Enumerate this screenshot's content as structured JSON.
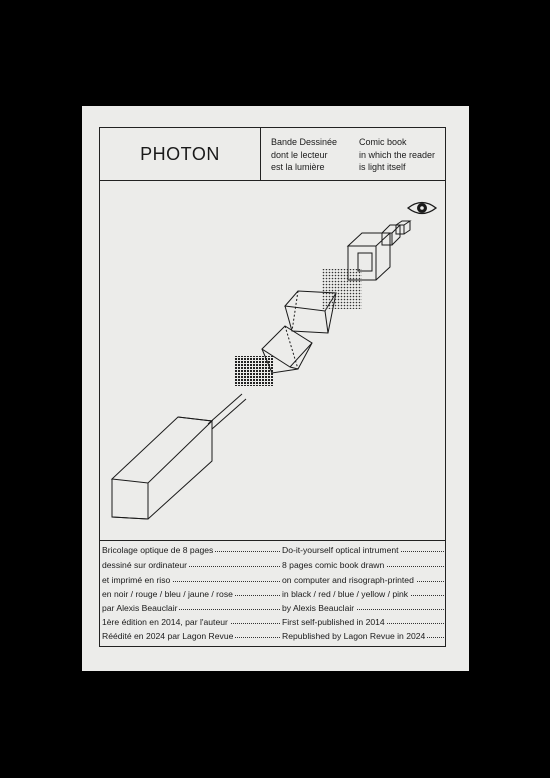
{
  "title": "PHOTON",
  "subtitle_fr": [
    "Bande Dessinée",
    "dont le lecteur",
    "est la lumière"
  ],
  "subtitle_en": [
    "Comic book",
    "in which the reader",
    "is light itself"
  ],
  "credits_fr": [
    "Bricolage optique de 8 pages",
    "dessiné sur ordinateur",
    "et imprimé en riso",
    "en noir / rouge / bleu / jaune / rose",
    "par Alexis Beauclair",
    "1ère édition en 2014, par l'auteur",
    "Réédité en 2024 par Lagon Revue"
  ],
  "credits_en": [
    "Do-it-yourself optical intrument",
    "8 pages comic book drawn",
    "on computer and risograph-printed",
    "in black / red / blue / yellow / pink",
    "by Alexis Beauclair",
    "First self-published in 2014",
    "Republished by Lagon Revue in 2024"
  ],
  "icons": {
    "eye": "eye-icon"
  },
  "colors": {
    "background": "#000000",
    "paper": "#ececea",
    "ink": "#1a1a1a"
  }
}
